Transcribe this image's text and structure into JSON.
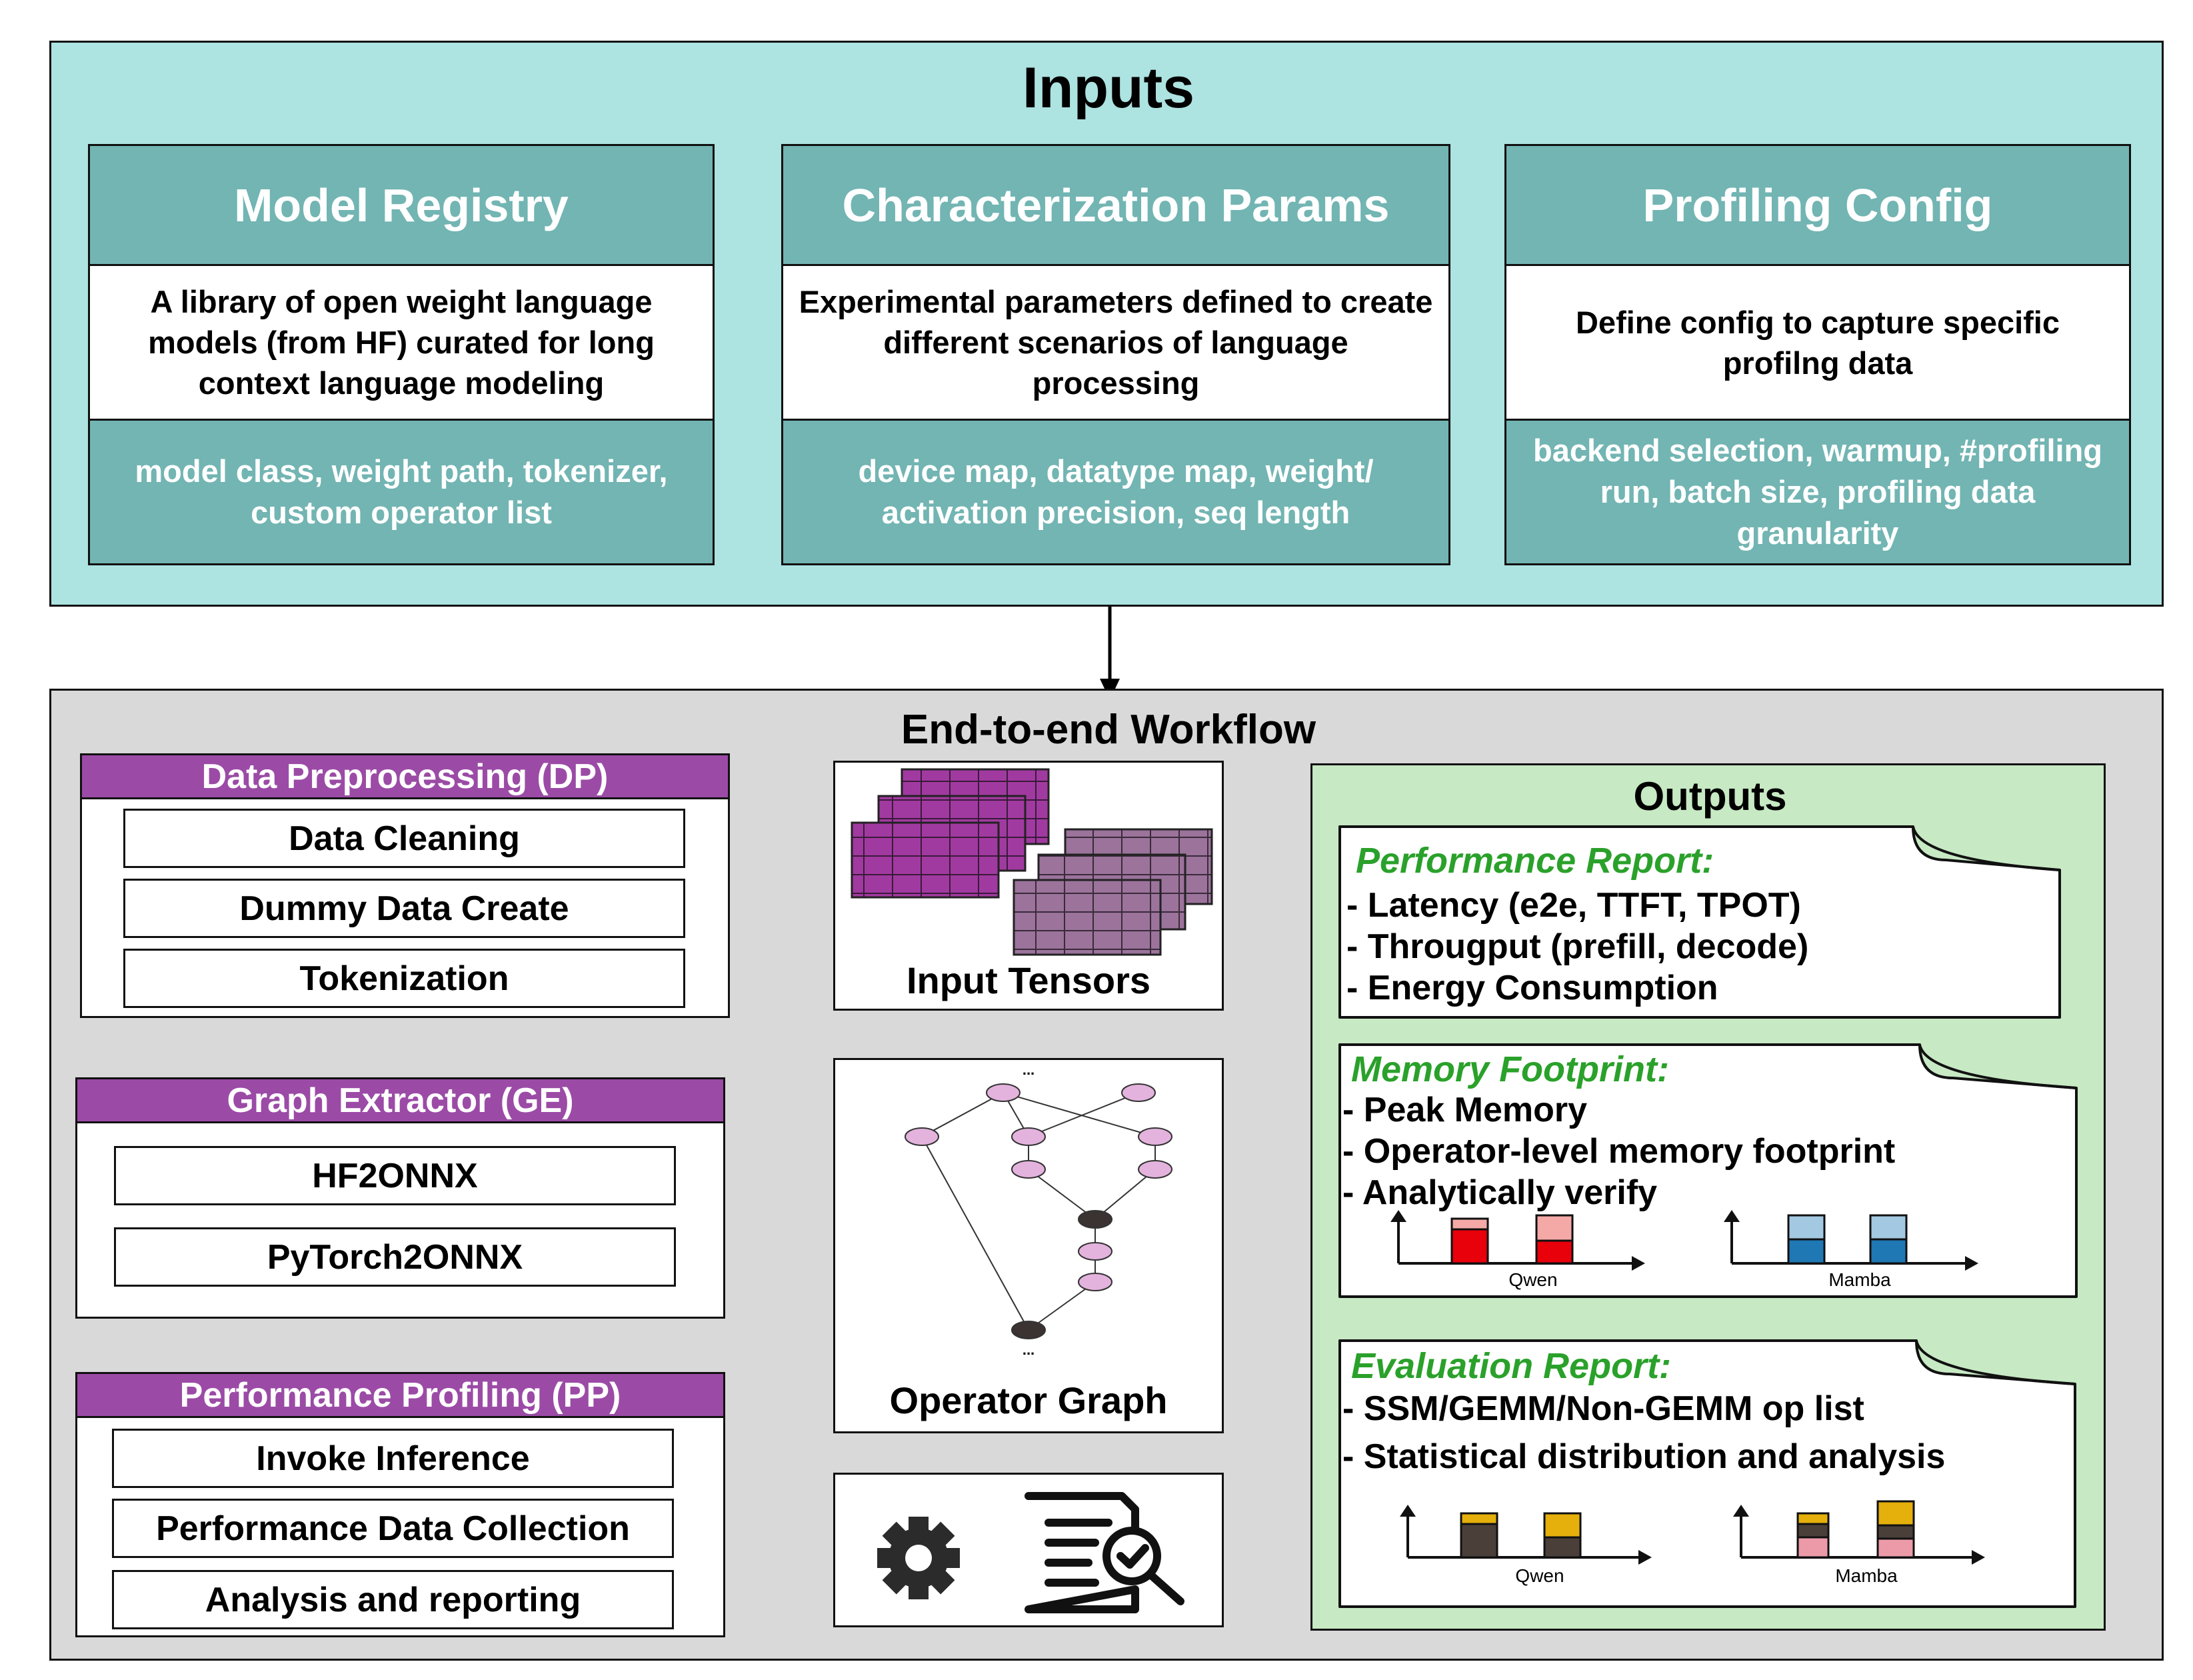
{
  "inputs": {
    "title": "Inputs",
    "cards": [
      {
        "title": "Model Registry",
        "description": "A library of open weight language models (from HF) curated for long context language modeling",
        "params": "model class, weight path, tokenizer, custom operator list"
      },
      {
        "title": "Characterization Params",
        "description": "Experimental parameters defined to create different scenarios of language processing",
        "params": "device map, datatype map, weight/ activation precision, seq length"
      },
      {
        "title": "Profiling Config",
        "description": "Define config to capture specific profilng data",
        "params": "backend selection, warmup, #profiling run, batch size, profiling data granularity"
      }
    ]
  },
  "workflow": {
    "title": "End-to-end Workflow",
    "dp": {
      "title": "Data Preprocessing (DP)",
      "steps": [
        "Data Cleaning",
        "Dummy Data Create",
        "Tokenization"
      ]
    },
    "ge": {
      "title": "Graph Extractor (GE)",
      "steps": [
        "HF2ONNX",
        "PyTorch2ONNX"
      ]
    },
    "pp": {
      "title": "Performance Profiling (PP)",
      "steps": [
        "Invoke Inference",
        "Performance Data Collection",
        "Analysis and reporting"
      ]
    },
    "input_tensors_label": "Input Tensors",
    "operator_graph_label": "Operator Graph",
    "graph_ellipsis": "..."
  },
  "outputs": {
    "title": "Outputs",
    "performance": {
      "title": "Performance Report:",
      "lines": [
        "- Latency (e2e, TTFT, TPOT)",
        "- Througput (prefill, decode)",
        "- Energy Consumption"
      ]
    },
    "memory": {
      "title": "Memory Footprint:",
      "lines": [
        "- Peak Memory",
        "- Operator-level memory footprint",
        "- Analytically verify"
      ],
      "charts": [
        "Qwen",
        "Mamba"
      ]
    },
    "evaluation": {
      "title": "Evaluation Report:",
      "lines": [
        "- SSM/GEMM/Non-GEMM op list",
        "- Statistical distribution and analysis"
      ],
      "charts": [
        "Qwen",
        "Mamba"
      ]
    }
  },
  "colors": {
    "inputs_bg": "#ade3e1",
    "card_teal": "#72b5b3",
    "workflow_bg": "#d9d9d9",
    "panel_purple": "#9b4ba6",
    "outputs_bg": "#c7e9c4",
    "output_title_green": "#2aa12a",
    "tensor_dark": "#a13aa0",
    "tensor_light": "#9b739b",
    "node_pink": "#e3b3dd",
    "node_dark": "#3b3331"
  }
}
